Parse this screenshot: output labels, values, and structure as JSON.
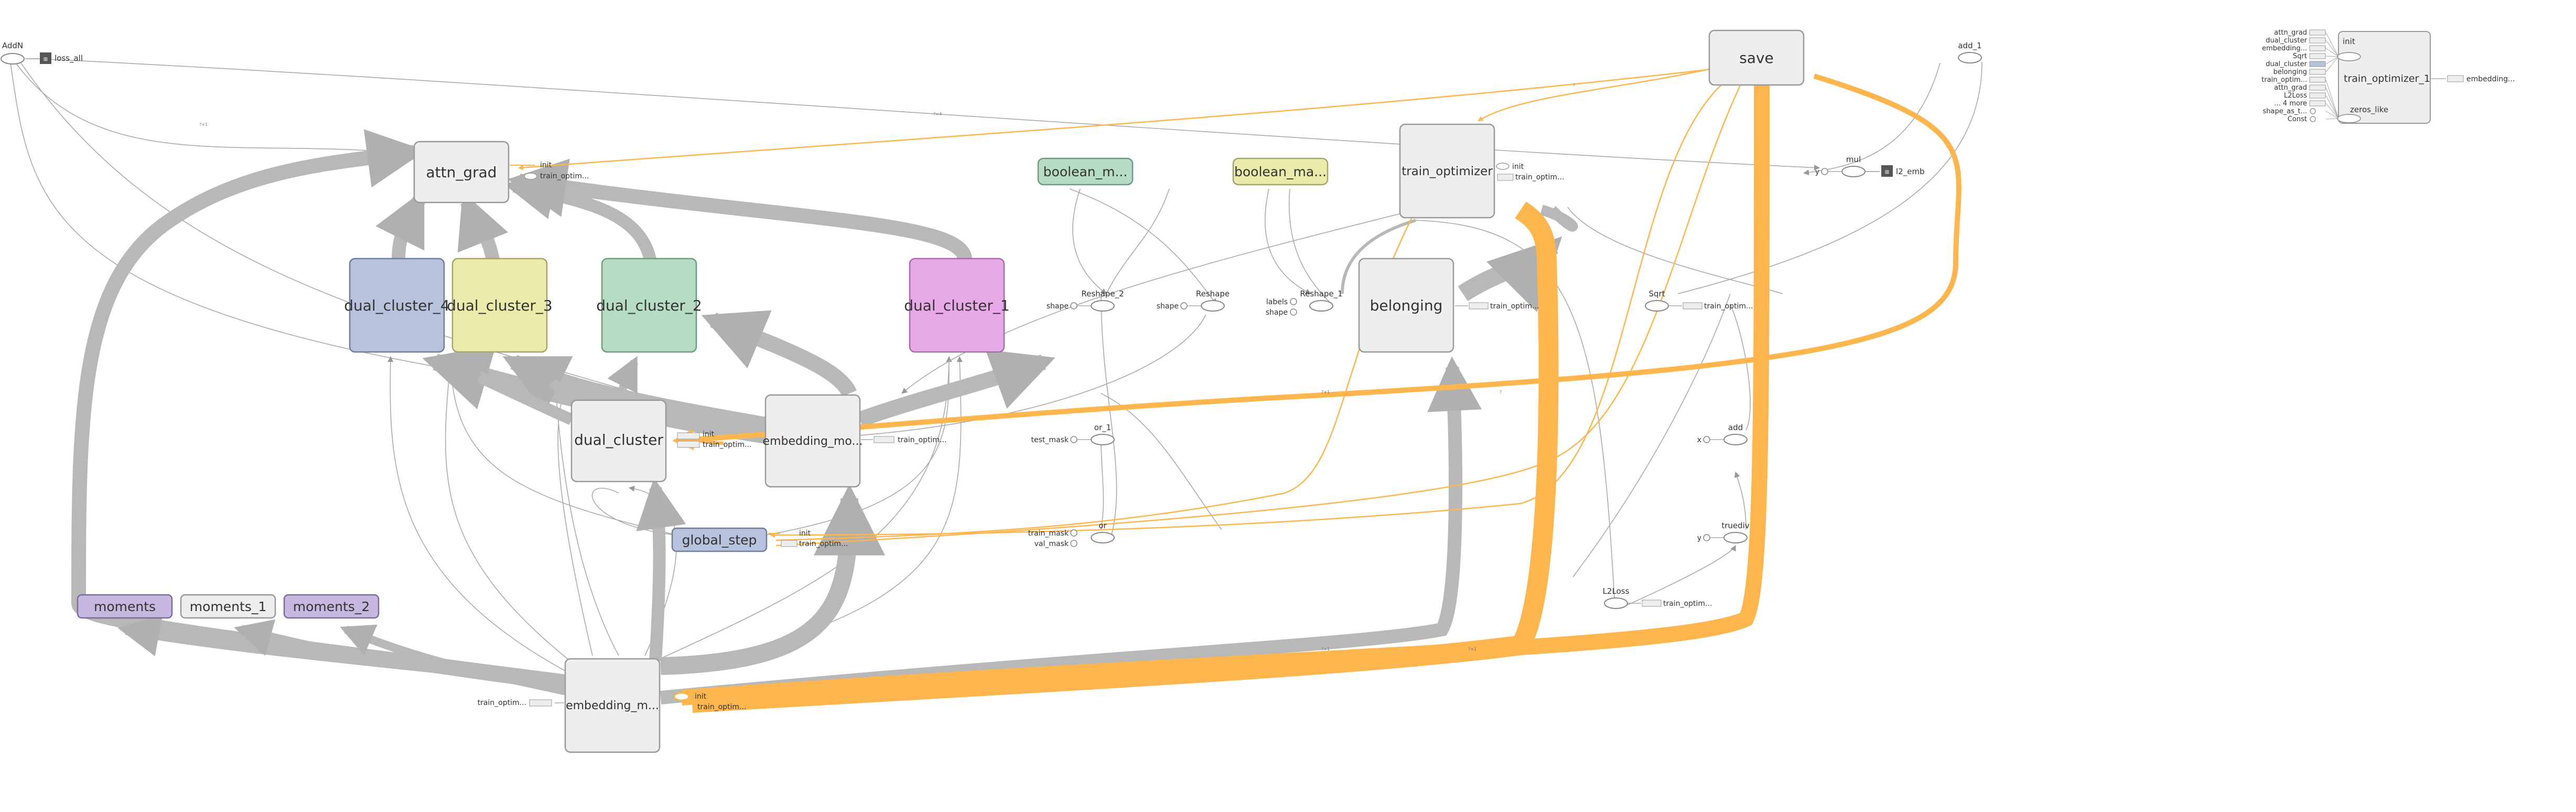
{
  "colors": {
    "flow": "#b8b8b8",
    "init_flow": "#fdb54e",
    "meta_default": "#eeeeee",
    "cluster_4": "#b7c2dc",
    "cluster_3": "#eaeaaa",
    "cluster_2": "#b7dcc4",
    "cluster_1": "#e8a9e8",
    "boolean_a": "#b7dcc4",
    "boolean_b": "#eaeaaa",
    "global_step": "#b7c2dc",
    "moments": "#c7b8df"
  },
  "nodes": {
    "attn_grad": "attn_grad",
    "dual_cluster_4": "dual_cluster_4",
    "dual_cluster_3": "dual_cluster_3",
    "dual_cluster_2": "dual_cluster_2",
    "dual_cluster_1": "dual_cluster_1",
    "dual_cluster": "dual_cluster",
    "embedding_mo": "embedding_mo...",
    "global_step": "global_step",
    "embedding_m": "embedding_m...",
    "moments": "moments",
    "moments_1": "moments_1",
    "moments_2": "moments_2",
    "boolean_m": "boolean_m...",
    "boolean_ma": "boolean_ma...",
    "train_optimizer": "train_optimizer",
    "belonging": "belonging",
    "save": "save"
  },
  "ops": {
    "addn": "AddN",
    "loss_all": "loss_all",
    "reshape_2": "Reshape_2",
    "reshape": "Reshape",
    "reshape_1": "Reshape_1",
    "or_1": "or_1",
    "or": "or",
    "sqrt": "Sqrt",
    "add": "add",
    "truediv": "truediv",
    "l2loss": "L2Loss",
    "mul": "mul",
    "l2_emb": "l2_emb",
    "add_1": "add_1"
  },
  "inputs": {
    "shape": "shape",
    "labels": "labels",
    "test_mask": "test_mask",
    "train_mask": "train_mask",
    "val_mask": "val_mask",
    "x": "x",
    "y": "y"
  },
  "aux": {
    "init": "init",
    "train_optim": "train_optim...",
    "train_optim_short": "train_optim..."
  },
  "side_panel": {
    "inputs": [
      "attn_grad",
      "dual_cluster",
      "embedding...",
      "Sqrt",
      "dual_cluster",
      "belonging",
      "train_optim...",
      "attn_grad",
      "L2Loss",
      "... 4 more",
      "shape_as_t...",
      "Const"
    ],
    "init": "init",
    "train_optimizer_1": "train_optimizer_1",
    "zeros_like": "zeros_like",
    "out": "embedding..."
  }
}
